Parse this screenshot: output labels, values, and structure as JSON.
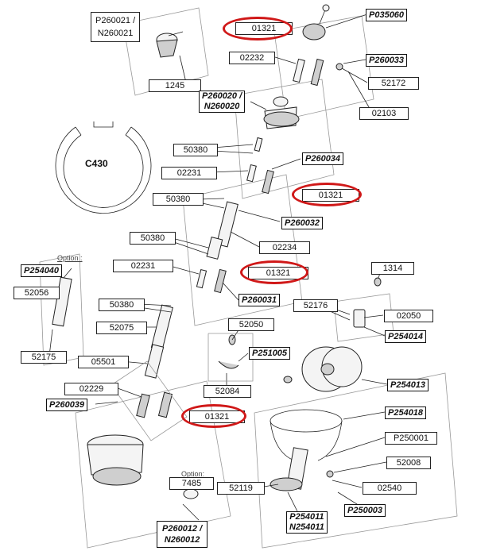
{
  "parts": {
    "p260021": "P260021 /\nN260021",
    "p035060": "P035060",
    "r01321_a": "01321",
    "n02232": "02232",
    "p260033": "P260033",
    "n52172": "52172",
    "n1245": "1245",
    "p260020": "P260020 /\nN260020",
    "n02103": "02103",
    "c430": "C430",
    "n50380_a": "50380",
    "p260034": "P260034",
    "n02231_a": "02231",
    "r01321_b": "01321",
    "n50380_b": "50380",
    "p260032": "P260032",
    "n50380_c": "50380",
    "n02234": "02234",
    "option_a": "Option :",
    "p254040": "P254040",
    "n02231_b": "02231",
    "r01321_c": "01321",
    "n1314": "1314",
    "n52056": "52056",
    "n50380_d": "50380",
    "p260031": "P260031",
    "n52176": "52176",
    "n02050": "02050",
    "n52075": "52075",
    "n52050": "52050",
    "p254014": "P254014",
    "p251005": "P251005",
    "n52175": "52175",
    "n05501": "05501",
    "n52084": "52084",
    "p254013": "P254013",
    "n02229": "02229",
    "p260039": "P260039",
    "r01321_d": "01321",
    "p254018": "P254018",
    "p250001": "P250001",
    "n52008": "52008",
    "option_b": "Option:",
    "n7485": "7485",
    "n52119": "52119",
    "n02540": "02540",
    "p254011": "P254011\nN254011",
    "p250003": "P250003",
    "p260012": "P260012 /\nN260012"
  },
  "highlight_color": "#d01818"
}
